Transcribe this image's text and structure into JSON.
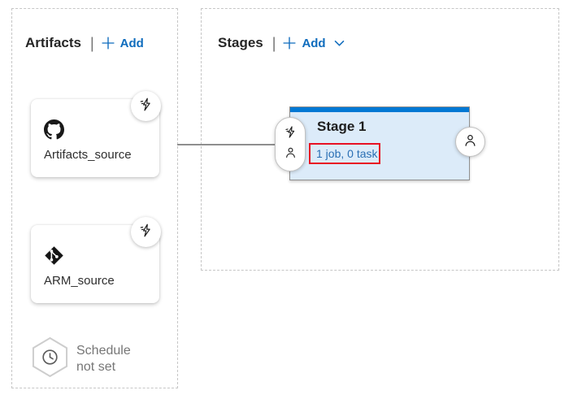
{
  "artifacts_panel": {
    "title": "Artifacts",
    "divider": "|",
    "add_button": {
      "label": "Add",
      "icon": "plus-icon"
    },
    "cards": [
      {
        "label": "Artifacts_source",
        "icon": "github-icon",
        "badge_icon": "lightning-trigger-icon"
      },
      {
        "label": "ARM_source",
        "icon": "git-repo-icon",
        "badge_icon": "lightning-trigger-icon"
      }
    ],
    "schedule": {
      "icon": "clock-icon",
      "text_line1": "Schedule",
      "text_line2": "not set"
    }
  },
  "stages_panel": {
    "title": "Stages",
    "divider": "|",
    "add_button": {
      "label": "Add",
      "icon": "plus-icon",
      "chevron_icon": "chevron-down-icon"
    },
    "stage": {
      "title": "Stage 1",
      "job_summary": "1 job, 0 task",
      "pre_deployment_icons": [
        "lightning-trigger-icon",
        "person-icon"
      ],
      "post_deployment_icon": "person-icon"
    }
  },
  "colors": {
    "accent_blue": "#0078d4",
    "add_link_blue": "#0f6cbd",
    "job_link_blue": "#2a6fb4",
    "stage_fill": "#dcebf9",
    "stage_border": "#8f8f8f",
    "highlight_red": "#e81123",
    "dashed_border": "#c6c6c6",
    "muted_text": "#767676",
    "connector_gray": "#8f8f8f"
  }
}
